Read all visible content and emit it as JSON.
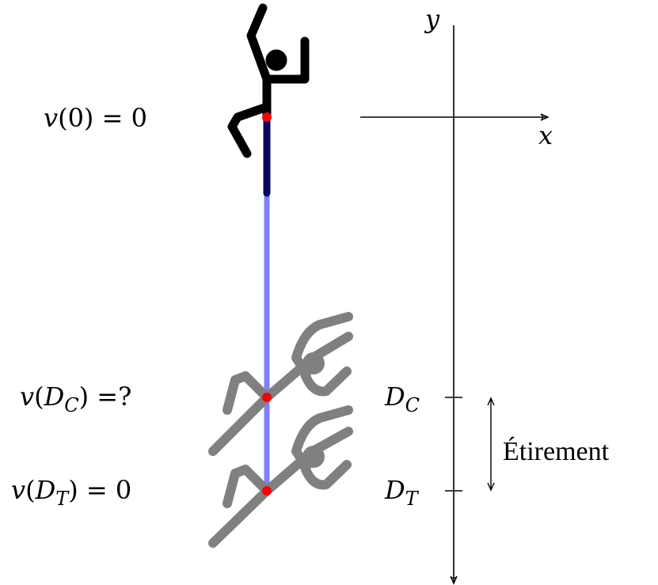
{
  "axes": {
    "x_label": "x",
    "y_label": "y"
  },
  "labels": {
    "v0": {
      "func": "v",
      "arg": "0",
      "rest": ") = 0"
    },
    "vdc": {
      "func": "v",
      "arg": "D",
      "sub": "C",
      "rest": ") =?"
    },
    "vdt": {
      "func": "v",
      "arg": "D",
      "sub": "T",
      "rest": ") = 0"
    }
  },
  "ticks": {
    "dc": {
      "main": "D",
      "sub": "C"
    },
    "dt": {
      "main": "D",
      "sub": "T"
    }
  },
  "stretch_label": "Étirement",
  "colors": {
    "jumper_top": "#000000",
    "jumper_ghost": "#808080",
    "cord_unstretched": "#0a0a5c",
    "cord_stretched": "#8080ff",
    "point": "#ff0000"
  }
}
